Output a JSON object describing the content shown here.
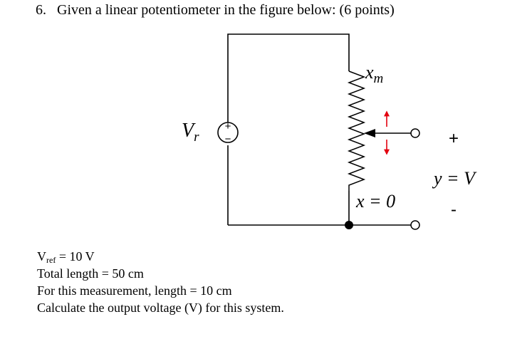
{
  "question": {
    "number": "6.",
    "text": "Given a linear potentiometer in the figure below: (6 points)"
  },
  "diagram": {
    "source_label": "V",
    "source_label_sub": "r",
    "source_plus": "+",
    "source_minus": "−",
    "wiper_label": "x",
    "wiper_label_sub": "m",
    "zero_label": "x = 0",
    "output_plus": "+",
    "output_label": "y = V",
    "output_minus": "-",
    "arrow_color": "#e3000f",
    "wire_color": "#000000"
  },
  "given": {
    "vref_label": "V",
    "vref_sub": "ref",
    "vref_value": " = 10 V",
    "total_length": "Total length = 50 cm",
    "measurement_length": "For this measurement, length = 10 cm",
    "task": "Calculate the output voltage (V) for this system."
  }
}
